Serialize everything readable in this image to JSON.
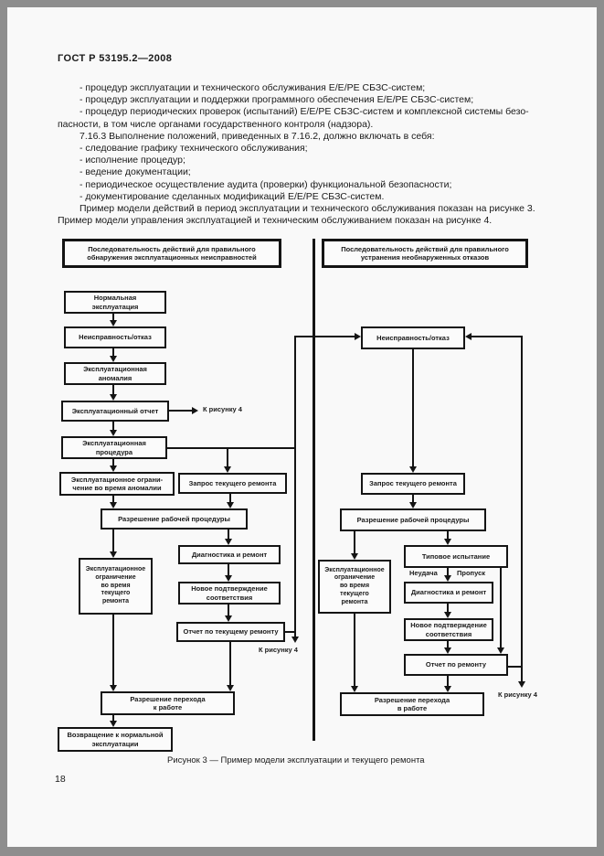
{
  "page": {
    "standard": "ГОСТ Р 53195.2—2008",
    "number": "18"
  },
  "colors": {
    "ink": "#141414",
    "page_bg": "#f9f9f9",
    "frame": "#8e8e8e"
  },
  "body": {
    "lines": [
      {
        "text": "- процедур эксплуатации и технического обслуживания Е/Е/РЕ СБЗС-систем;",
        "indent": true
      },
      {
        "text": "- процедур эксплуатации и поддержки программного обеспечения Е/Е/РЕ СБЗС-систем;",
        "indent": true
      },
      {
        "text": "- процедур периодических проверок (испытаний) Е/Е/РЕ СБЗС-систем и комплексной системы безо-",
        "indent": true
      },
      {
        "text": "пасности, в том числе органами государственного контроля (надзора).",
        "indent": false
      },
      {
        "text": "7.16.3 Выполнение положений, приведенных в 7.16.2, должно включать в себя:",
        "indent": true
      },
      {
        "text": "- следование графику технического обслуживания;",
        "indent": true
      },
      {
        "text": "- исполнение процедур;",
        "indent": true
      },
      {
        "text": "- ведение документации;",
        "indent": true
      },
      {
        "text": "- периодическое осуществление аудита (проверки) функциональной безопасности;",
        "indent": true
      },
      {
        "text": "- документирование сделанных модификаций Е/Е/РЕ СБЗС-систем.",
        "indent": true
      },
      {
        "text": "Пример модели действий в период эксплуатации и технического обслуживания показан на рисунке 3.",
        "indent": true
      },
      {
        "text": "Пример модели управления эксплуатацией и техническим обслуживанием показан на рисунке 4.",
        "indent": false
      }
    ]
  },
  "figure": {
    "caption": "Рисунок 3 — Пример модели эксплуатации и текущего ремонта",
    "labels": {
      "to_figure4": "К рисунку 4",
      "failure": "Неудача",
      "skip": "Пропуск"
    },
    "left_chart": {
      "header": "Последовательность действий для правильного\nобнаружения эксплуатационных неисправностей",
      "boxes": {
        "normal_operation": "Нормальная\nэксплуатация",
        "fault": "Неисправность/отказ",
        "anomaly": "Эксплуатационная\nаномалия",
        "operation_report": "Эксплуатационный отчет",
        "procedure": "Эксплуатационная\nпроцедура",
        "restriction_anomaly": "Эксплуатационное ограни-\nчение во время аномалии",
        "repair_request": "Запрос текущего ремонта",
        "work_permit": "Разрешение рабочей процедуры",
        "restriction_repair": "Эксплуатационное\nограничение\nво время\nтекущего\nремонта",
        "diagnostics": "Диагностика и ремонт",
        "reconfirmation": "Новое подтверждение\nсоответствия",
        "repair_report": "Отчет по текущему ремонту",
        "transition_permit": "Разрешение перехода\nк работе",
        "return_normal": "Возвращение к нормальной\nэксплуатации"
      }
    },
    "right_chart": {
      "header": "Последовательность действий для правильного\nустранения необнаруженных отказов",
      "boxes": {
        "fault": "Неисправность/отказ",
        "repair_request": "Запрос текущего ремонта",
        "work_permit": "Разрешение рабочей процедуры",
        "type_test": "Типовое испытание",
        "diagnostics": "Диагностика и ремонт",
        "reconfirmation": "Новое подтверждение\nсоответствия",
        "repair_report": "Отчет по ремонту",
        "restriction_repair": "Эксплуатационное\nограничение\nво время\nтекущего\nремонта",
        "transition_permit": "Разрешение перехода\nв работе"
      }
    }
  }
}
